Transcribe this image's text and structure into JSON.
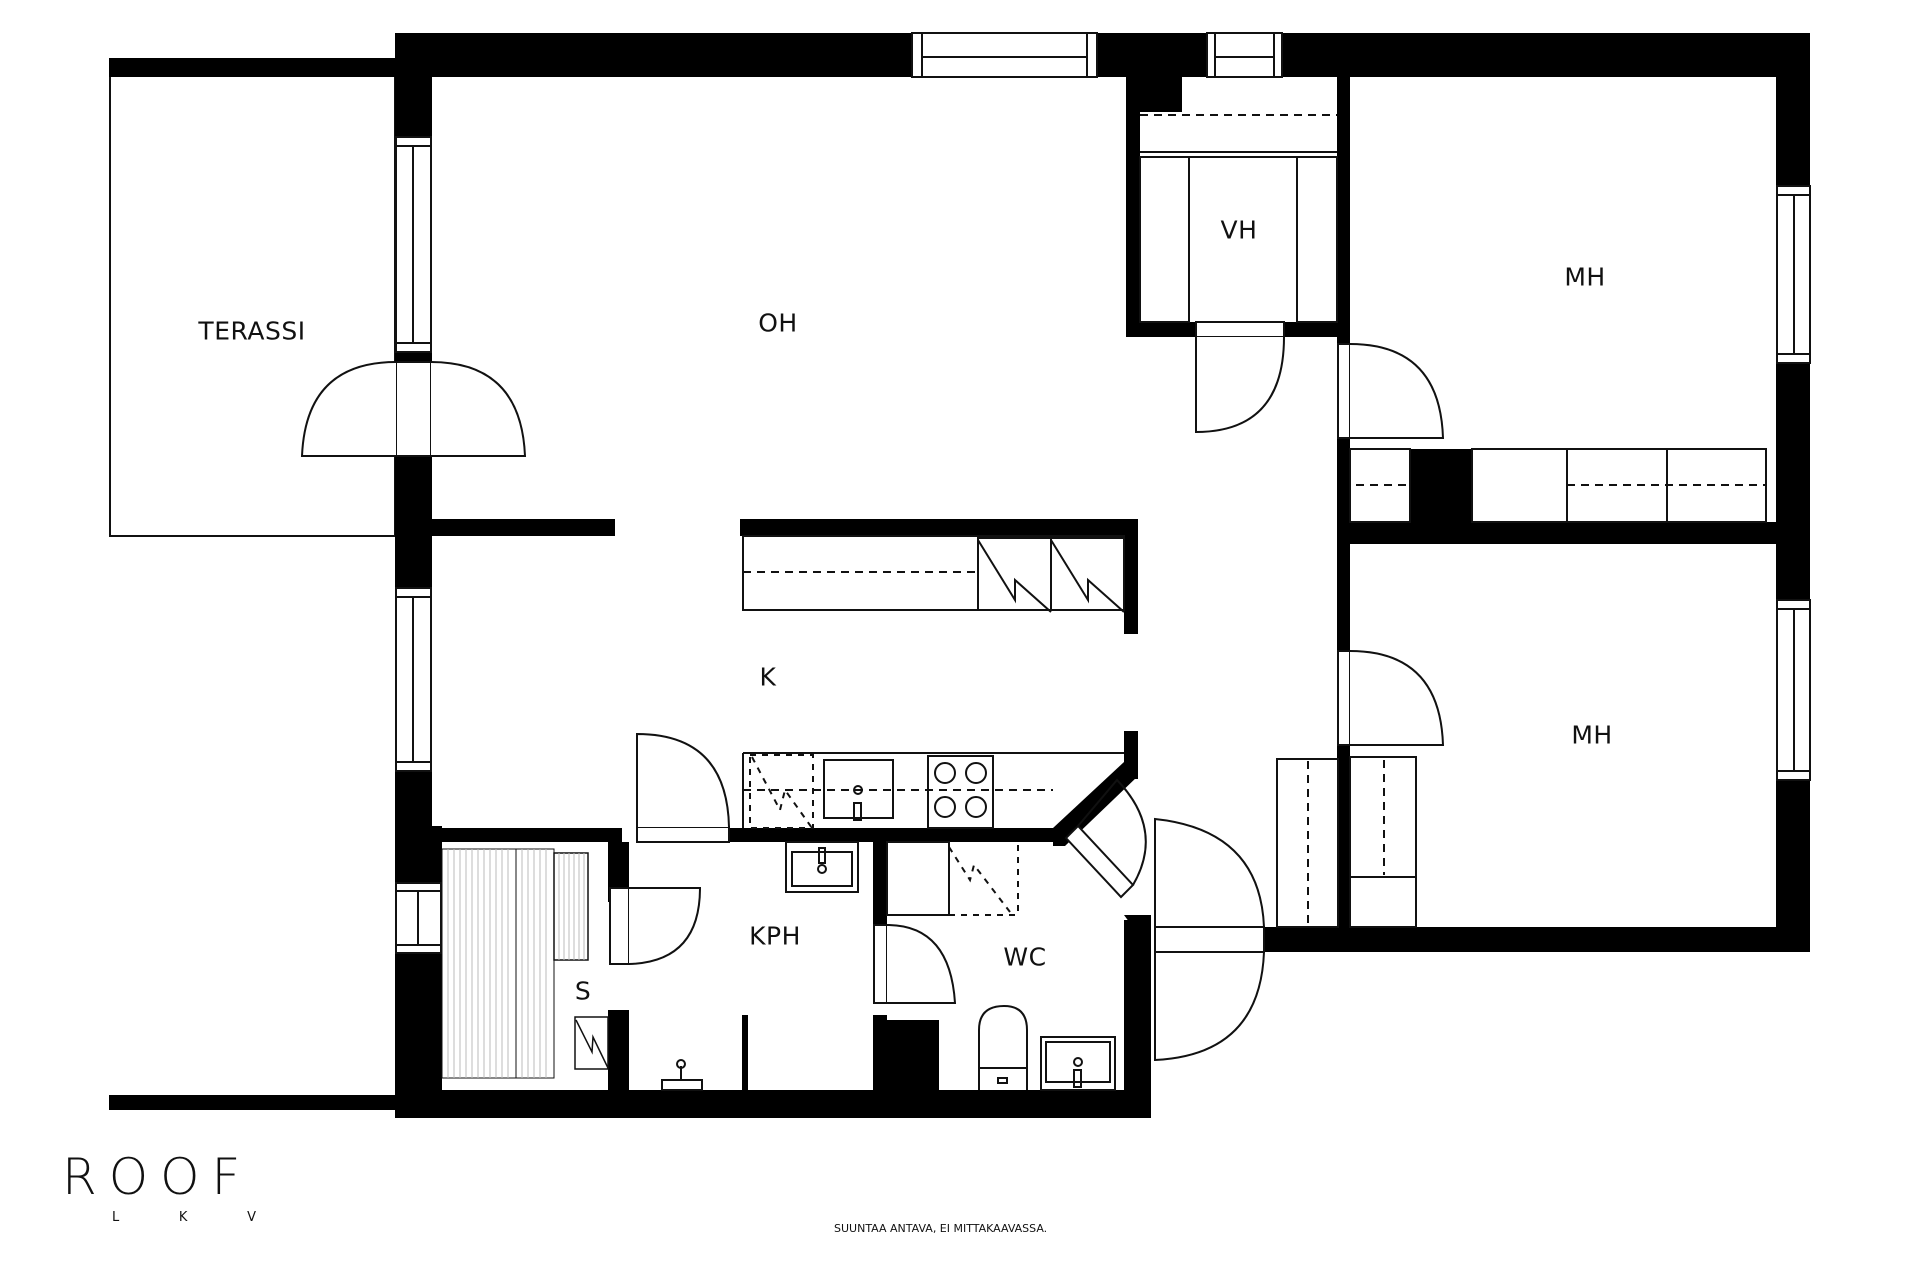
{
  "rooms": {
    "terassi": "TERASSI",
    "oh": "OH",
    "vh": "VH",
    "mh1": "MH",
    "mh2": "MH",
    "k": "K",
    "kph": "KPH",
    "wc": "WC",
    "s": "S"
  },
  "logo": {
    "main": "ROOF",
    "sub": [
      "L",
      "K",
      "V"
    ]
  },
  "disclaimer": "SUUNTAA ANTAVA, EI MITTAKAAVASSA.",
  "colors": {
    "wall": "#000000",
    "line": "#111111",
    "background": "#ffffff",
    "sauna_bench": "#cccccc"
  }
}
